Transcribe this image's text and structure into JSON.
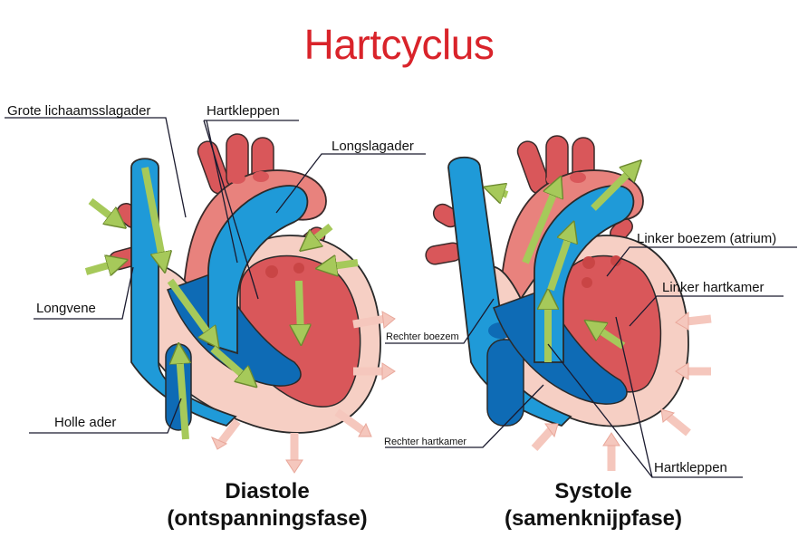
{
  "title": "Hartcyclus",
  "colors": {
    "title": "#d9232a",
    "vein_blue": "#1f9ad8",
    "vein_dark": "#0e6bb5",
    "artery_red": "#d9575a",
    "artery_light": "#e8827d",
    "muscle_pink": "#f6cfc4",
    "flow_arrow": "#a6c95a",
    "pressure_arrow": "#f5c7bd"
  },
  "diastole": {
    "labels": {
      "aorta": "Grote lichaamsslagader",
      "valves": "Hartkleppen",
      "pulmonary_artery": "Longslagader",
      "pulmonary_vein": "Longvene",
      "vena_cava": "Holle ader"
    },
    "caption_line1": "Diastole",
    "caption_line2": "(ontspanningsfase)"
  },
  "systole": {
    "labels": {
      "left_atrium": "Linker boezem (atrium)",
      "left_ventricle": "Linker hartkamer",
      "right_atrium": "Rechter boezem",
      "right_ventricle": "Rechter hartkamer",
      "valves": "Hartkleppen"
    },
    "caption_line1": "Systole",
    "caption_line2": "(samenknijpfase)"
  }
}
